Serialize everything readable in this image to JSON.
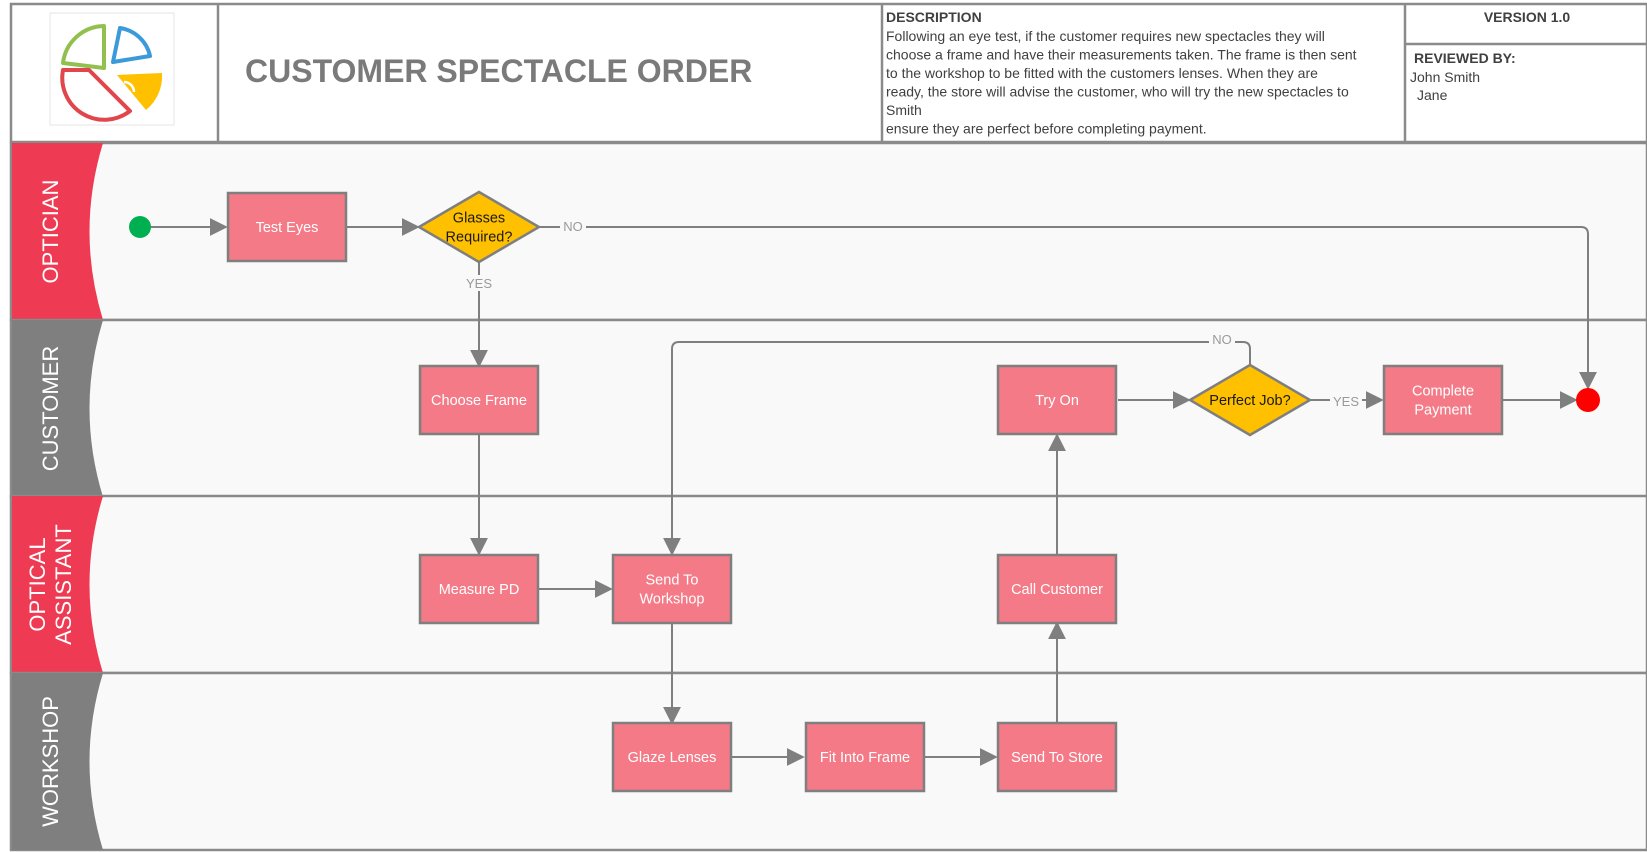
{
  "header": {
    "title": "CUSTOMER SPECTACLE ORDER",
    "description_heading": "DESCRIPTION",
    "description_lines": [
      "Following an eye test, if the customer requires new spectacles they will",
      "choose a frame and have their measurements taken. The frame is then sent",
      "to the workshop to be fitted with  the customers lenses. When they are",
      "ready, the store will advise the customer, who will try the new spectacles to",
      "Smith",
      "ensure they are perfect before completing payment."
    ],
    "version": "VERSION 1.0",
    "reviewed_by_label": "REVIEWED BY:",
    "reviewers": [
      "John Smith",
      "Jane"
    ]
  },
  "lanes": [
    {
      "label_lines": [
        "OPTICIAN"
      ],
      "color": "#ee3b53"
    },
    {
      "label_lines": [
        "CUSTOMER"
      ],
      "color": "#7f7f7f"
    },
    {
      "label_lines": [
        "OPTICAL",
        "ASSISTANT"
      ],
      "color": "#ee3b53"
    },
    {
      "label_lines": [
        "WORKSHOP"
      ],
      "color": "#7f7f7f"
    }
  ],
  "nodes": {
    "test_eyes": [
      "Test Eyes"
    ],
    "glasses_required": [
      "Glasses",
      "Required?"
    ],
    "choose_frame": [
      "Choose Frame"
    ],
    "measure_pd": [
      "Measure PD"
    ],
    "send_to_workshop": [
      "Send To",
      "Workshop"
    ],
    "glaze_lenses": [
      "Glaze Lenses"
    ],
    "fit_into_frame": [
      "Fit Into Frame"
    ],
    "send_to_store": [
      "Send To Store"
    ],
    "call_customer": [
      "Call Customer"
    ],
    "try_on": [
      "Try On"
    ],
    "perfect_job": [
      "Perfect Job?"
    ],
    "complete_payment": [
      "Complete",
      "Payment"
    ]
  },
  "edge_labels": {
    "glasses_no": "NO",
    "glasses_yes": "YES",
    "perfect_no": "NO",
    "perfect_yes": "YES"
  },
  "colors": {
    "process_fill": "#f47a87",
    "decision_fill": "#ffc000",
    "start": "#00b050",
    "end": "#ff0000",
    "connector": "#7f7f7f",
    "lane_bg": "#f9f9f9"
  }
}
